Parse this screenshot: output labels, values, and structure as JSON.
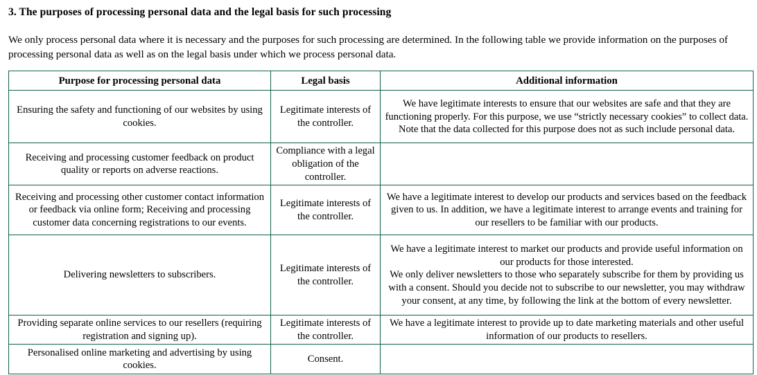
{
  "heading": "3. The purposes of processing personal data and the legal basis for such processing",
  "intro": "We only process personal data where it is necessary and the purposes for such processing are determined. In the following table we provide information on the purposes of processing personal data as well as on the legal basis under which we process personal data.",
  "table": {
    "border_color": "#10614a",
    "columns": [
      "Purpose for processing personal data",
      "Legal basis",
      "Additional information"
    ],
    "rows": [
      {
        "purpose": "Ensuring the safety and functioning of our websites by using cookies.",
        "basis": "Legitimate interests of the controller.",
        "info": "We have legitimate interests to ensure that our websites are safe and that they are functioning properly. For this purpose, we use “strictly necessary cookies” to collect data. Note that the data collected for this purpose does not as such include personal data.",
        "info2": ""
      },
      {
        "purpose": "Receiving and processing customer feedback on product quality or reports on adverse reactions.",
        "basis": "Compliance with a legal obligation of the controller.",
        "info": "",
        "info2": ""
      },
      {
        "purpose": "Receiving and processing other customer contact information or feedback via online form; Receiving and processing customer data concerning registrations to our events.",
        "basis": "Legitimate interests of the controller.",
        "info": "We have a legitimate interest to develop our products and services based on the feedback given to us. In addition, we have a legitimate interest to arrange events and training for our resellers to be familiar with our products.",
        "info2": ""
      },
      {
        "purpose": "Delivering newsletters to subscribers.",
        "basis": "Legitimate interests of the controller.",
        "info": "We have a legitimate interest to market our products and provide useful information on our products for those interested.",
        "info2": "We only deliver newsletters to those who separately subscribe for them by providing us with a consent. Should you decide not to subscribe to our newsletter, you may withdraw your consent, at any time, by following the link at the bottom of every newsletter."
      },
      {
        "purpose": "Providing separate online services to our resellers (requiring registration and signing up).",
        "basis": "Legitimate interests of the controller.",
        "info": "We have a legitimate interest to provide up to date marketing materials and other useful information of our products to resellers.",
        "info2": ""
      },
      {
        "purpose": "Personalised online marketing and advertising by using cookies.",
        "basis": "Consent.",
        "info": "",
        "info2": ""
      }
    ]
  }
}
